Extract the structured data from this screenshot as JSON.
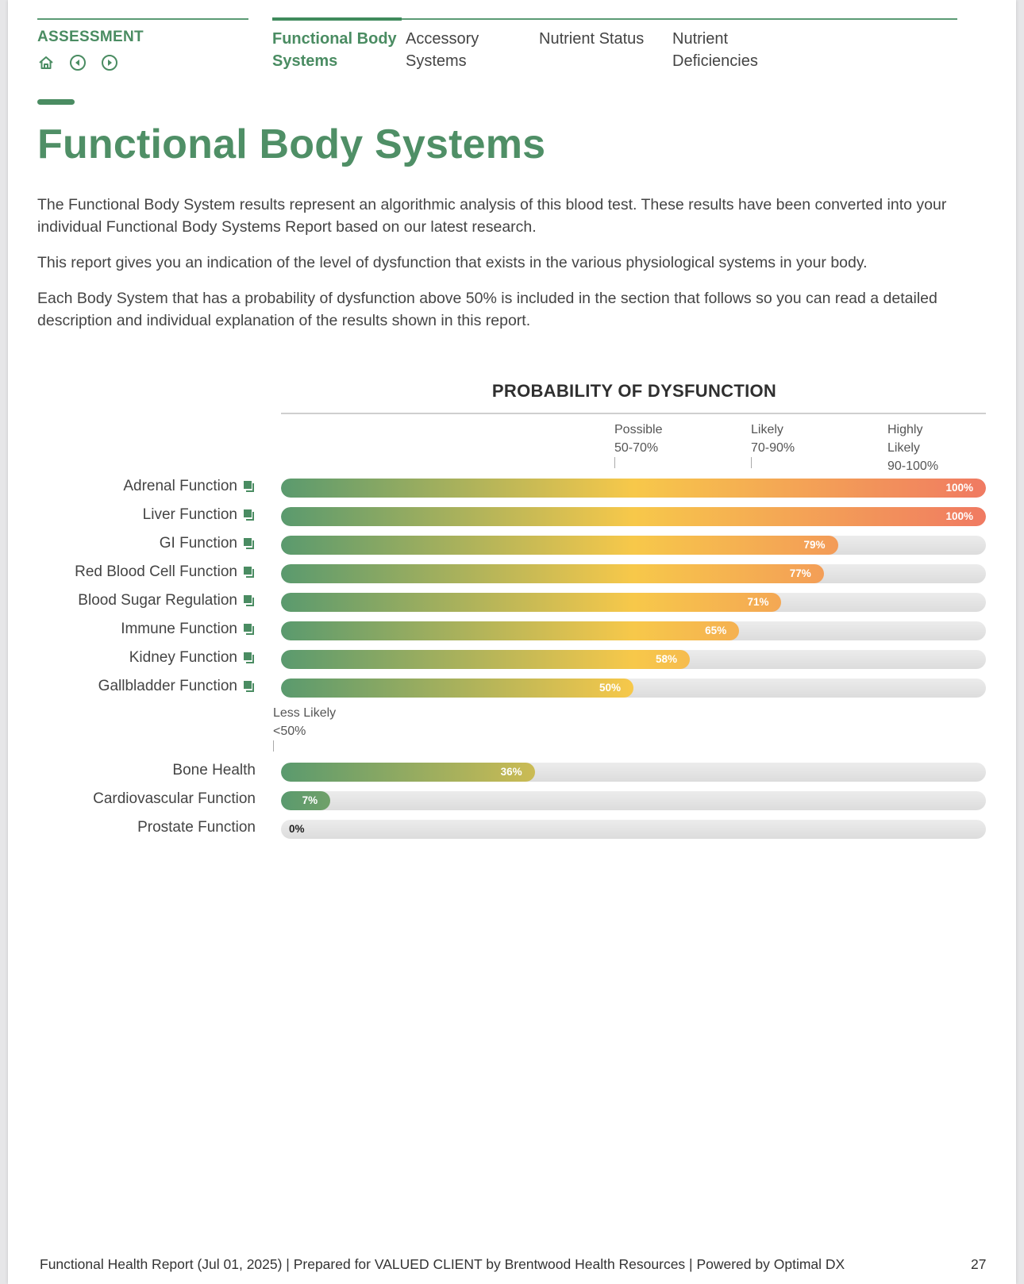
{
  "header": {
    "section_title": "ASSESSMENT",
    "tabs": [
      {
        "line1": "Functional Body",
        "line2": "Systems",
        "active": true
      },
      {
        "line1": "Accessory",
        "line2": "Systems",
        "active": false
      },
      {
        "line1": "Nutrient Status",
        "line2": "",
        "active": false
      },
      {
        "line1": "Nutrient",
        "line2": "Deficiencies",
        "active": false
      }
    ],
    "icons": [
      "home-icon",
      "previous-icon",
      "next-icon"
    ]
  },
  "page": {
    "title": "Functional Body Systems",
    "paragraphs": [
      "The Functional Body System results represent an algorithmic analysis of this blood test. These results have been converted into your individual Functional Body Systems Report based on our latest research.",
      "This report gives you an indication of the level of dysfunction that exists in the various physiological systems in your body.",
      "Each Body System that has a probability of dysfunction above 50% is included in the section that follows so you can read a detailed description and individual explanation of the results shown in this report."
    ]
  },
  "chart_data": {
    "type": "bar",
    "orientation": "horizontal",
    "title": "PROBABILITY OF DYSFUNCTION",
    "xlim": [
      0,
      100
    ],
    "zones": [
      {
        "line1": "Possible",
        "line2": "50-70%",
        "line3": "",
        "start": 50
      },
      {
        "line1": "Likely",
        "line2": "70-90%",
        "line3": "",
        "start": 70
      },
      {
        "line1": "Highly",
        "line2": "Likely",
        "line3": "90-100%",
        "start": 90
      }
    ],
    "lower_zone": {
      "line1": "Less Likely",
      "line2": "<50%"
    },
    "categories": [
      "Adrenal Function",
      "Liver Function",
      "GI Function",
      "Red Blood Cell Function",
      "Blood Sugar Regulation",
      "Immune Function",
      "Kidney Function",
      "Gallbladder Function",
      "Bone Health",
      "Cardiovascular Function",
      "Prostate Function"
    ],
    "values": [
      100,
      100,
      79,
      77,
      71,
      65,
      58,
      50,
      36,
      7,
      0
    ],
    "value_labels": [
      "100%",
      "100%",
      "79%",
      "77%",
      "71%",
      "65%",
      "58%",
      "50%",
      "36%",
      "7%",
      "0%"
    ],
    "has_link_icon": [
      true,
      true,
      true,
      true,
      true,
      true,
      true,
      true,
      false,
      false,
      false
    ],
    "colors": {
      "start": "#5a9a6e",
      "mid": "#f7c84a",
      "end": "#f07a62",
      "track": "#e2e2e2"
    }
  },
  "footer": {
    "text": "Functional Health Report (Jul 01, 2025) | Prepared for VALUED CLIENT by Brentwood Health Resources | Powered by Optimal DX",
    "page_number": "27"
  }
}
